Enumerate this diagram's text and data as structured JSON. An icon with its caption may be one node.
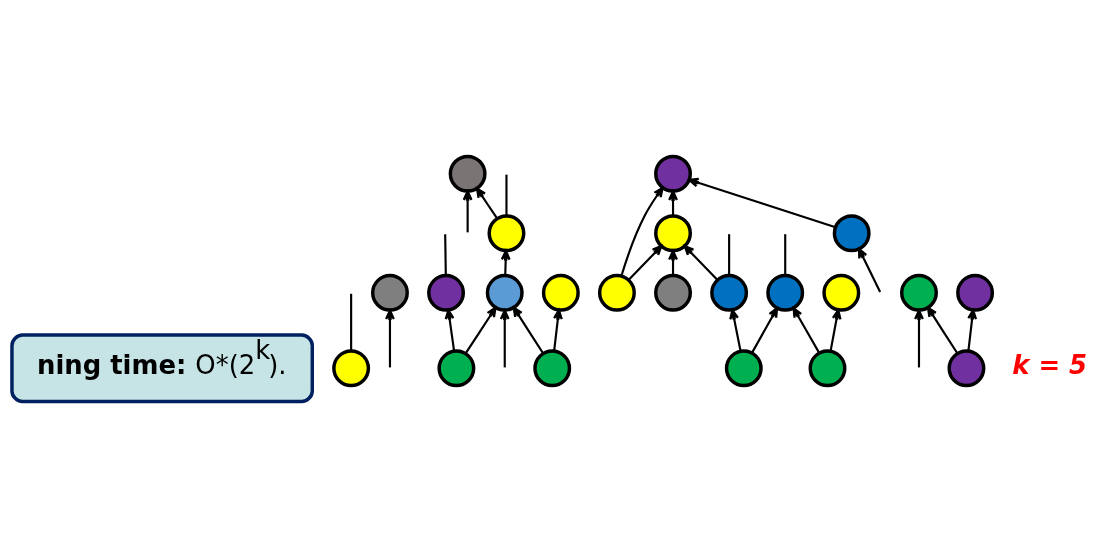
{
  "diagram": {
    "nodes": [
      {
        "text": [
          "**ning time:** O*(2$^{k}$)."
        ]
      },
      {
        "text": [],
        "shape": "circle"
      },
      {
        "text": [],
        "shape": "circle"
      },
      {
        "text": [],
        "shape": "circle"
      },
      {
        "text": [],
        "shape": "circle"
      },
      {
        "text": [],
        "shape": "circle"
      },
      {
        "text": [],
        "shape": "circle"
      },
      {
        "text": [],
        "shape": "circle"
      },
      {
        "text": [],
        "shape": "circle"
      },
      {
        "text": [],
        "shape": "circle"
      },
      {
        "text": [],
        "shape": "circle"
      },
      {
        "text": [],
        "shape": "circle"
      },
      {
        "text": [],
        "shape": "circle"
      },
      {
        "text": [],
        "shape": "circle"
      },
      {
        "text": [],
        "shape": "circle"
      },
      {
        "text": [],
        "shape": "circle"
      },
      {
        "text": [],
        "shape": "circle"
      },
      {
        "text": [],
        "shape": "circle"
      },
      {
        "text": [],
        "shape": "circle"
      },
      {
        "text": [],
        "shape": "circle"
      },
      {
        "text": [],
        "shape": "circle"
      },
      {
        "text": [],
        "shape": "circle"
      },
      {
        "text": [],
        "shape": "circle"
      }
    ],
    "edges": [
      {
        "from": 1,
        "to": null,
        "arrow": "none"
      },
      {
        "from": null,
        "to": 2,
        "arrow": "to"
      },
      {
        "from": 3,
        "to": null,
        "arrow": "none"
      },
      {
        "from": 5,
        "to": 4,
        "arrow": "to"
      },
      {
        "from": 22,
        "to": 3,
        "arrow": "to"
      },
      {
        "from": 5,
        "to": 12,
        "arrow": "to"
      },
      {
        "from": null,
        "to": 7,
        "arrow": "to"
      },
      {
        "from": 7,
        "to": 6,
        "arrow": "to"
      },
      {
        "from": 13,
        "to": 6,
        "arrow": "to"
      },
      {
        "from": 17,
        "to": 6,
        "arrow": "to"
      },
      {
        "from": 17,
        "to": 13,
        "arrow": "to"
      },
      {
        "from": 18,
        "to": 13,
        "arrow": "to"
      },
      {
        "from": 16,
        "to": 13,
        "arrow": "to"
      },
      {
        "from": 16,
        "to": null,
        "arrow": "none"
      },
      {
        "from": 20,
        "to": 16,
        "arrow": "to"
      },
      {
        "from": 20,
        "to": 14,
        "arrow": "to"
      },
      {
        "from": 14,
        "to": null,
        "arrow": "none"
      },
      {
        "from": 15,
        "to": 14,
        "arrow": "to"
      },
      {
        "from": 15,
        "to": 8,
        "arrow": "to"
      },
      {
        "from": null,
        "to": 10,
        "arrow": "to"
      },
      {
        "from": 9,
        "to": 10,
        "arrow": "to"
      },
      {
        "from": null,
        "to": 19,
        "arrow": "to"
      },
      {
        "from": 9,
        "to": 21,
        "arrow": "to"
      },
      {
        "from": 11,
        "to": 19,
        "arrow": "to"
      },
      {
        "from": 11,
        "to": null,
        "arrow": "none"
      },
      {
        "from": 12,
        "to": 11,
        "arrow": "to"
      },
      {
        "from": null,
        "to": 12,
        "arrow": "to"
      },
      {
        "from": 22,
        "to": 12,
        "arrow": "to"
      }
    ],
    "labels": [
      "k = 5"
    ]
  }
}
